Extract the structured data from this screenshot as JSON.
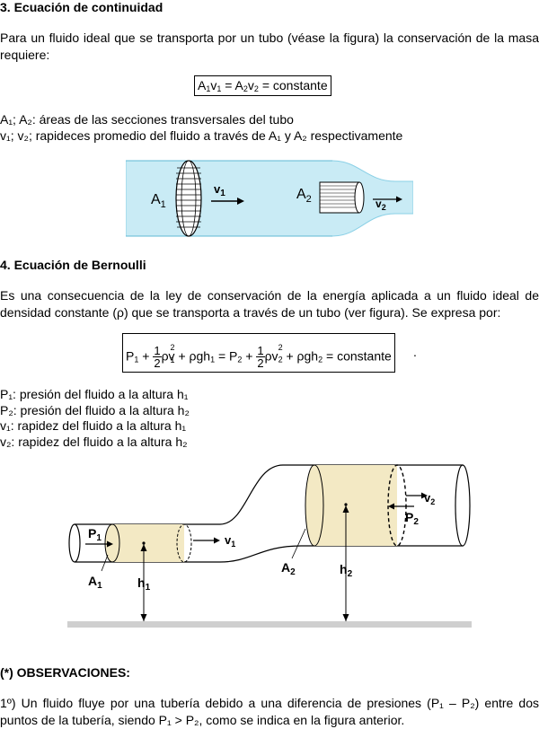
{
  "section3": {
    "title": "3. Ecuación de continuidad",
    "intro": "Para un fluido ideal que se transporta por un tubo (véase la figura) la conservación de la masa requiere:",
    "formula": "A₁v₁ = A₂v₂ = constante",
    "def1": "A₁; A₂: áreas de las secciones transversales del tubo",
    "def2": "v₁; v₂; rapideces promedio del fluido a través de A₁ y A₂ respectivamente",
    "fig": {
      "a1": "A",
      "a1_sub": "1",
      "v1": "v",
      "v1_sub": "1",
      "a2": "A",
      "a2_sub": "2",
      "v2": "v",
      "v2_sub": "2"
    }
  },
  "section4": {
    "title": "4. Ecuación de Bernoulli",
    "intro": "Es una consecuencia de la ley de conservación de la energía aplicada a un fluido ideal de densidad constante (ρ) que se transporta a través de un tubo (ver figura). Se expresa por:",
    "formula_text": "P₁ + ½ρv₁² + ρgh₁ = P₂ + ½ρv₂² + ρgh₂ = constante.",
    "defs": [
      "P₁: presión del fluido a la altura h₁",
      "P₂: presión del fluido a la altura h₂",
      "v₁: rapidez del fluido a la altura h₁",
      "v₂: rapidez del fluido a la altura h₂"
    ],
    "fig": {
      "p1": "P",
      "p1_sub": "1",
      "a1": "A",
      "a1_sub": "1",
      "h1": "h",
      "h1_sub": "1",
      "v1": "v",
      "v1_sub": "1",
      "p2": "P",
      "p2_sub": "2",
      "a2": "A",
      "a2_sub": "2",
      "h2": "h",
      "h2_sub": "2",
      "v2": "v",
      "v2_sub": "2"
    }
  },
  "observaciones": {
    "title": "(*) OBSERVACIONES:",
    "item1": "1º) Un fluido fluye por una tubería debido a una diferencia de presiones (P₁ – P₂) entre dos puntos de la tubería, siendo P₁ > P₂, como se indica en la figura anterior."
  },
  "colors": {
    "tube": "#c9ebf5",
    "tube_stroke": "#8ad0e6",
    "fluid_section": "#f3e9c4",
    "ground": "#cfcfcf"
  }
}
